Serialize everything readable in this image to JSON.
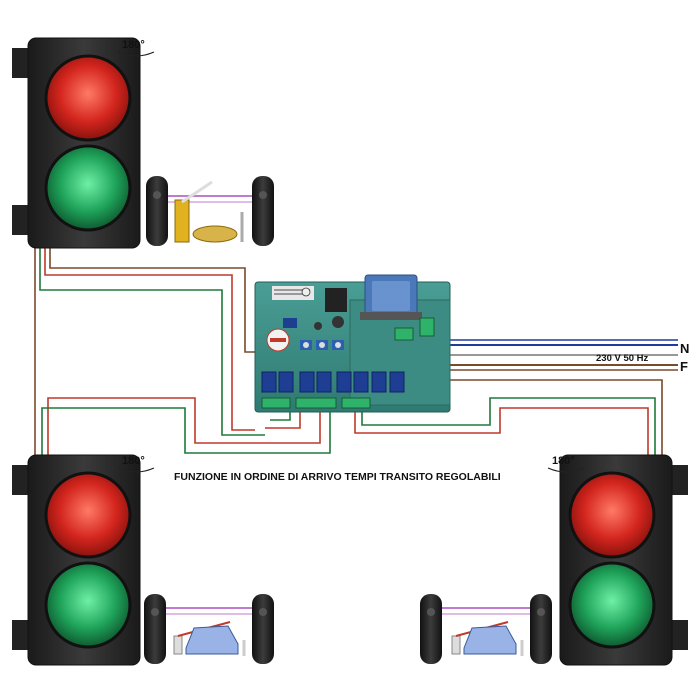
{
  "caption": "FUNZIONE IN ORDINE DI ARRIVO TEMPI TRANSITO REGOLABILI",
  "rotation_label": "180°",
  "power": {
    "neutral": "N",
    "phase": "F",
    "voltage": "230 V 50 Hz"
  },
  "colors": {
    "housing": "#262626",
    "red_lens": "#d4261e",
    "green_lens": "#1fa35a",
    "wire_red": "#c0392b",
    "wire_green": "#1e7a3a",
    "wire_brown": "#7a4a2a",
    "wire_blue": "#1f3c9a",
    "board": "#3f8f86",
    "transformer": "#4a78b8"
  }
}
